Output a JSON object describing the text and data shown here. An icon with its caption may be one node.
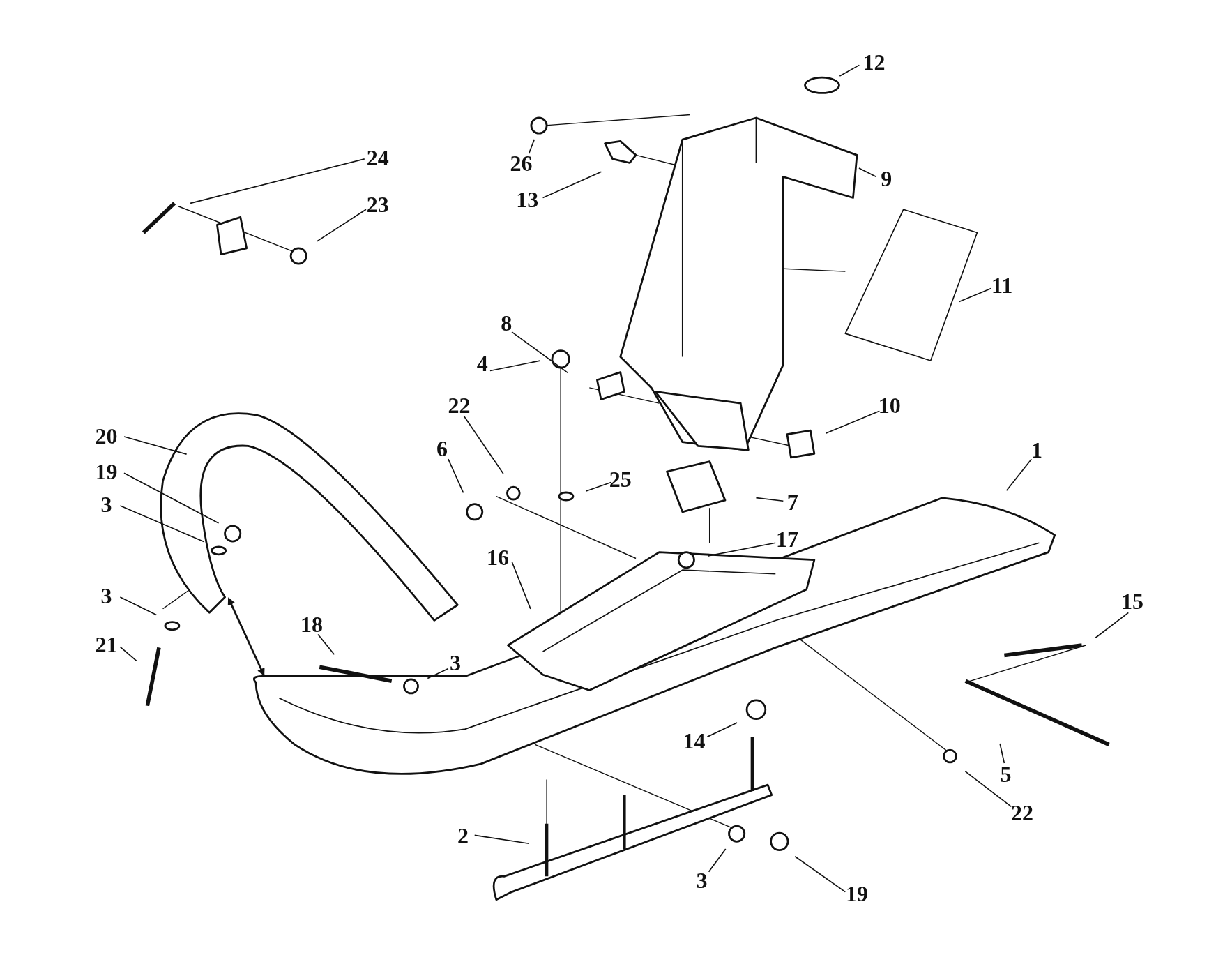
{
  "diagram": {
    "nodes": [
      {
        "text": [
          "24"
        ]
      },
      {
        "text": [
          "23"
        ]
      },
      {
        "text": [
          "26"
        ]
      },
      {
        "text": [
          "13"
        ]
      },
      {
        "text": [
          "12"
        ]
      },
      {
        "text": [
          "9"
        ]
      },
      {
        "text": [
          "11"
        ]
      },
      {
        "text": [
          "8"
        ]
      },
      {
        "text": [
          "4"
        ]
      },
      {
        "text": [
          "22"
        ]
      },
      {
        "text": [
          "6"
        ]
      },
      {
        "text": [
          "25"
        ]
      },
      {
        "text": [
          "10"
        ]
      },
      {
        "text": [
          "20"
        ]
      },
      {
        "text": [
          "19"
        ]
      },
      {
        "text": [
          "3"
        ]
      },
      {
        "text": [
          "3"
        ]
      },
      {
        "text": [
          "21"
        ]
      },
      {
        "text": [
          "7"
        ]
      },
      {
        "text": [
          "1"
        ]
      },
      {
        "text": [
          "17"
        ]
      },
      {
        "text": [
          "16"
        ]
      },
      {
        "text": [
          "18"
        ]
      },
      {
        "text": [
          "3"
        ]
      },
      {
        "text": [
          "15"
        ]
      },
      {
        "text": [
          "14"
        ]
      },
      {
        "text": [
          "5"
        ]
      },
      {
        "text": [
          "22"
        ]
      },
      {
        "text": [
          "2"
        ]
      },
      {
        "text": [
          "3"
        ]
      },
      {
        "text": [
          "19"
        ]
      }
    ],
    "edges": [
      {
        "from": 0,
        "to": null,
        "arrow": "none"
      },
      {
        "from": 1,
        "to": null,
        "arrow": "none"
      },
      {
        "from": 2,
        "to": null,
        "arrow": "none"
      },
      {
        "from": 3,
        "to": null,
        "arrow": "none"
      },
      {
        "from": 4,
        "to": null,
        "arrow": "none"
      },
      {
        "from": 5,
        "to": null,
        "arrow": "none"
      },
      {
        "from": 6,
        "to": null,
        "arrow": "none"
      },
      {
        "from": 7,
        "to": null,
        "arrow": "none"
      },
      {
        "from": 8,
        "to": null,
        "arrow": "none"
      },
      {
        "from": 9,
        "to": null,
        "arrow": "none"
      },
      {
        "from": 10,
        "to": null,
        "arrow": "none"
      },
      {
        "from": 11,
        "to": null,
        "arrow": "none"
      },
      {
        "from": 12,
        "to": null,
        "arrow": "none"
      },
      {
        "from": 13,
        "to": null,
        "arrow": "none"
      },
      {
        "from": 14,
        "to": null,
        "arrow": "none"
      },
      {
        "from": 15,
        "to": null,
        "arrow": "none"
      },
      {
        "from": 16,
        "to": null,
        "arrow": "none"
      },
      {
        "from": 17,
        "to": null,
        "arrow": "none"
      },
      {
        "from": 18,
        "to": null,
        "arrow": "none"
      },
      {
        "from": 19,
        "to": null,
        "arrow": "none"
      },
      {
        "from": 20,
        "to": null,
        "arrow": "none"
      },
      {
        "from": 21,
        "to": null,
        "arrow": "none"
      },
      {
        "from": 22,
        "to": null,
        "arrow": "none"
      },
      {
        "from": 23,
        "to": null,
        "arrow": "none"
      },
      {
        "from": 24,
        "to": null,
        "arrow": "none"
      },
      {
        "from": 25,
        "to": null,
        "arrow": "none"
      },
      {
        "from": 26,
        "to": null,
        "arrow": "none"
      },
      {
        "from": 27,
        "to": null,
        "arrow": "none"
      },
      {
        "from": 28,
        "to": null,
        "arrow": "none"
      },
      {
        "from": 29,
        "to": null,
        "arrow": "none"
      },
      {
        "from": 30,
        "to": null,
        "arrow": "none"
      }
    ]
  }
}
